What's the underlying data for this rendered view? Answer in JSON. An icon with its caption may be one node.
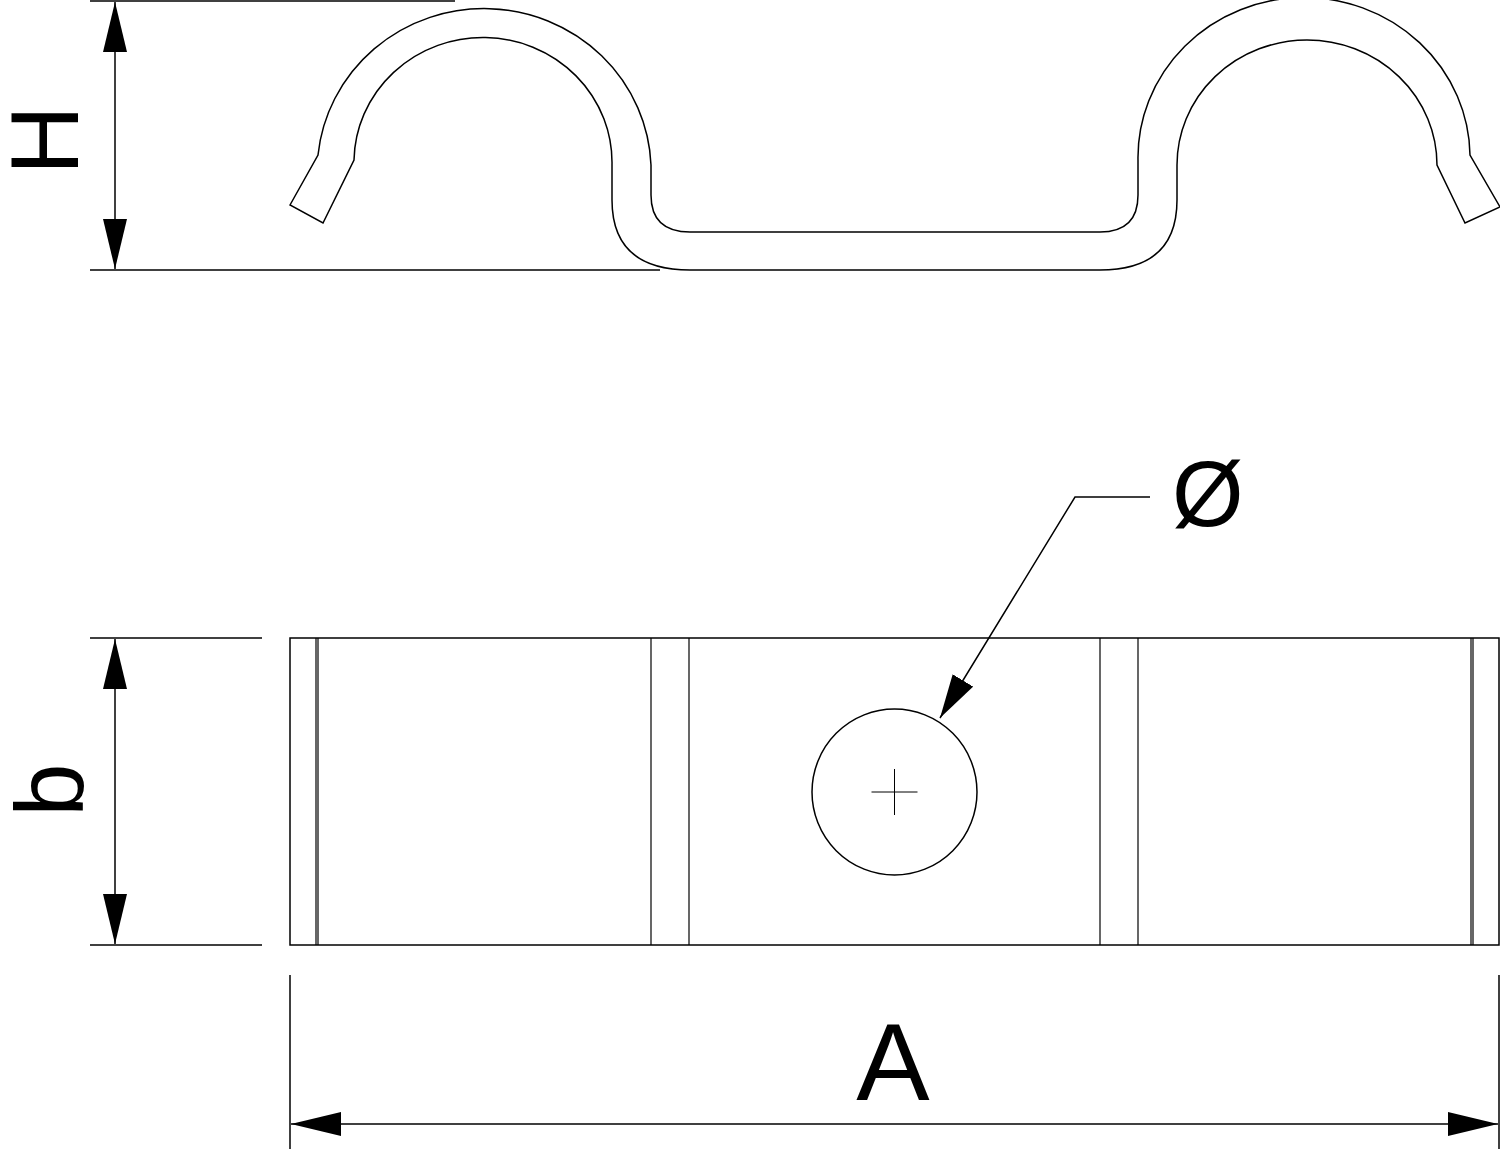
{
  "diagram": {
    "nodes": [
      {
        "text": [
          "Ø"
        ]
      },
      {
        "text": [],
        "shape": "circle"
      }
    ],
    "edges": [
      {
        "from": 0,
        "to": 1,
        "arrow": "to"
      }
    ],
    "labels": [
      "H",
      "b",
      "A"
    ]
  }
}
